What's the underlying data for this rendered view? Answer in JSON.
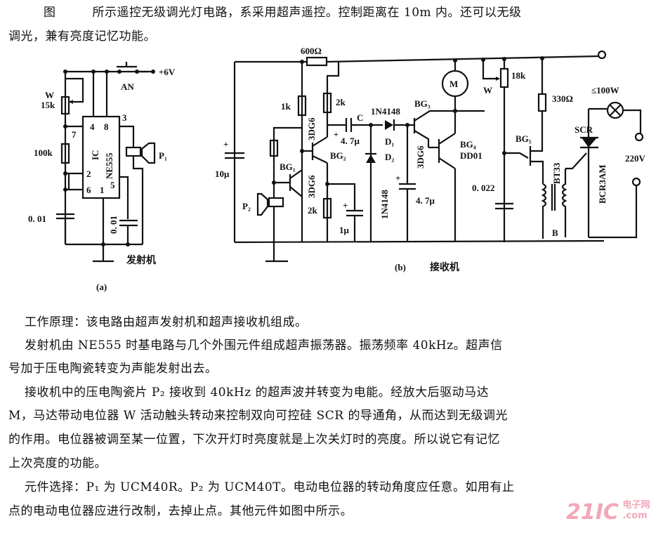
{
  "intro": {
    "fig_ref": "图",
    "line1": "所示遥控无级调光灯电路，系采用超声遥控。控制距离在 10m 内。还可以无级",
    "line2": "调光，兼有亮度记忆功能。"
  },
  "transmitter": {
    "caption": "发射机",
    "label": "(a)",
    "supply": "+6V",
    "switch": "AN",
    "pot_name": "W",
    "pot_value": "15k",
    "resistor": "100k",
    "cap_timing": "0. 01",
    "cap_ctrl": "0. 01",
    "ic_name": "IC",
    "ic_type": "NE555",
    "pins": [
      "4",
      "8",
      "7",
      "2",
      "6",
      "1",
      "5",
      "3"
    ],
    "speaker": "P₁"
  },
  "receiver": {
    "caption": "接收机",
    "label": "(b)",
    "r_600": "600Ω",
    "r_1k": "1k",
    "r_2k_top": "2k",
    "r_2k_bottom": "2k",
    "cap_10u": "10μ",
    "cap_47u_c": "4. 7μ",
    "cap_c": "C",
    "cap_1u": "1μ",
    "cap_47u": "4. 7μ",
    "cap_0022": "0. 022",
    "bg1": "BG₁",
    "bg2": "BG₂",
    "bg3": "BG₃",
    "bg4": "BG₄",
    "bg4_type": "DD01",
    "bg5": "BG₅",
    "bg5_type": "BT33",
    "t_3dg6_1": "3DG6",
    "t_3dg6_2": "3DG6",
    "t_3dg6_3": "3DG6",
    "diode_top": "1N4148",
    "diode_side": "1N4148",
    "d1": "D₁",
    "d2": "D₂",
    "motor": "M",
    "pot_name": "W",
    "pot_value": "18k",
    "r_330": "330Ω",
    "transformer": "B",
    "scr": "SCR",
    "scr_type": "BCR3AM",
    "lamp": "≤100W",
    "mains": "220V",
    "speaker": "P₂"
  },
  "body": [
    "工作原理：该电路由超声发射机和超声接收机组成。",
    "发射机由 NE555 时基电路与几个外围元件组成超声振荡器。振荡频率 40kHz。超声信",
    "号加于压电陶瓷转变为声能发射出去。",
    "接收机中的压电陶瓷片 P₂ 接收到 40kHz 的超声波并转变为电能。经放大后驱动马达",
    "M，马达带动电位器 W 活动触头转动来控制双向可控硅 SCR 的导通角，从而达到无级调光",
    "的作用。电位器被调至某一位置，下次开灯时亮度就是上次关灯时的亮度。所以说它有记忆",
    "上次亮度的功能。",
    "元件选择：P₁ 为 UCM40R。P₂ 为 UCM40T。电动电位器的转动角度应任意。如用有止",
    "点的电动电位器应进行改制，去掉止点。其他元件如图中所示。"
  ],
  "watermark": {
    "brand": "21IC",
    "sub": "电子网",
    "domain": ".com",
    "color": "#f2a7b8"
  }
}
